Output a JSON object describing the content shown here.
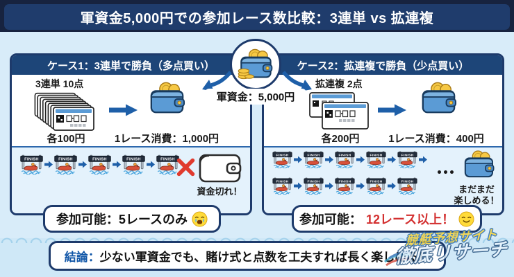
{
  "colors": {
    "navy_dark": "#17233f",
    "title_navy": "#1f3c6c",
    "navy": "#1d3a6b",
    "header_navy": "#1d4578",
    "bg_blue": "#d8ecf9",
    "race_bg": "#e4f2fc",
    "footer_blue": "#cfe8f7",
    "wave_line": "#a4d2ec",
    "arrow_blue": "#1e5fa8",
    "result_red": "#d32f2f",
    "conclusion_blue": "#1257a8",
    "wallet_blue": "#5b9bd5",
    "coin_gold": "#f6c844",
    "x_red": "#e03b2f"
  },
  "title": "軍資金5,000円での参加レース数比較：3連単 vs 拡連複",
  "center": {
    "bankroll": "軍資金：5,000円"
  },
  "case1": {
    "header": "ケース1：3連単で勝負（多点買い）",
    "ticket_label": "3連単 10点",
    "unit_price": "各100円",
    "consumption": "1レース消費：1,000円",
    "race_count": 5,
    "out_of_funds": "資金切れ！",
    "result": "参加可能：5レースのみ"
  },
  "case2": {
    "header": "ケース2：拡連複で勝負（少点買い）",
    "ticket_label": "拡連複 2点",
    "unit_price": "各200円",
    "consumption": "1レース消費：400円",
    "race_rows": [
      5,
      5
    ],
    "still_fun_line1": "まだまだ",
    "still_fun_line2": "楽しめる！",
    "result_prefix": "参加可能：",
    "result_highlight": "12レース以上！"
  },
  "conclusion": {
    "prefix": "結論：",
    "body": "少ない軍資金でも、賭け式と点数を工夫すれば長く楽しめる！"
  },
  "icons": {
    "finish_label": "FINISH"
  },
  "watermark": {
    "line1": "競艇予想サイト",
    "line2": "徹底リサーチ"
  }
}
